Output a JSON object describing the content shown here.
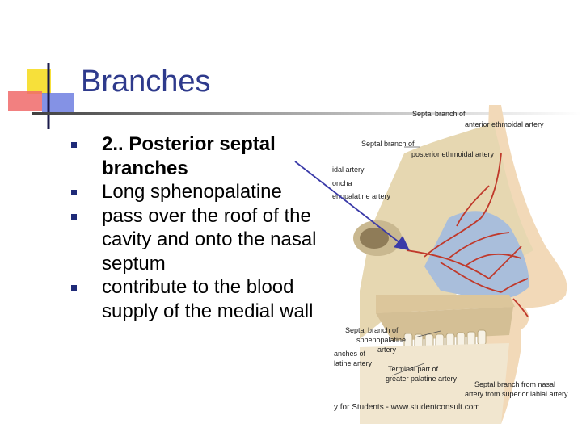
{
  "slide": {
    "title": "Branches",
    "bullets": [
      {
        "text": "2.. Posterior septal branches",
        "bold": true
      },
      {
        "text": "Long sphenopalatine",
        "bold": false
      },
      {
        "text": "pass over the roof of the cavity and onto the nasal septum",
        "bold": false
      },
      {
        "text": "contribute to the blood supply of the medial wall",
        "bold": false
      }
    ]
  },
  "figure": {
    "labels": {
      "top_cut": "Septal branch of",
      "anterior_ethmoidal": "anterior ethmoidal artery",
      "septal_branch_of": "Septal branch of",
      "posterior_ethmoidal": "posterior ethmoidal artery",
      "left1": "idal artery",
      "left2": "oncha",
      "left3": "enopalatine artery",
      "sept_spheno_1": "Septal branch of",
      "sept_spheno_2": "sphenopalatine",
      "sept_spheno_3": "artery",
      "branches_of_1": "anches of",
      "branches_of_2": "latine artery",
      "terminal_1": "Terminal part of",
      "terminal_2": "greater palatine artery",
      "septal_nasal_1": "Septal branch from nasal",
      "septal_nasal_2": "artery from superior labial artery"
    },
    "footer": "y for Students - www.studentconsult.com"
  },
  "colors": {
    "title": "#2e3a8c",
    "bullet": "#1f2a78",
    "arrow": "#3a3aa8",
    "artery": "#c0392b",
    "septum": "#a9bedb",
    "bone": "#d9c9a3"
  }
}
